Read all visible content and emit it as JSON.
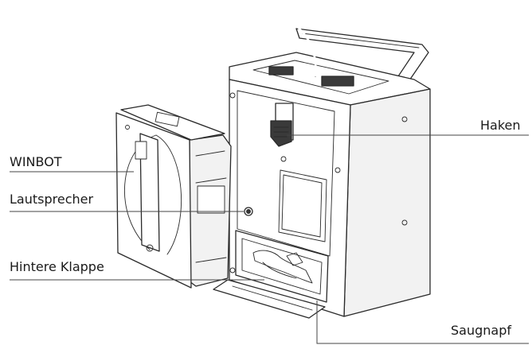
{
  "labels": {
    "winbot": "WINBOT",
    "lautsprecher": "Lautsprecher",
    "hintere_klappe": "Hintere Klappe",
    "haken": "Haken",
    "saugnapf": "Saugnapf"
  },
  "colors": {
    "line": "#2a2a2a",
    "background": "#ffffff"
  }
}
